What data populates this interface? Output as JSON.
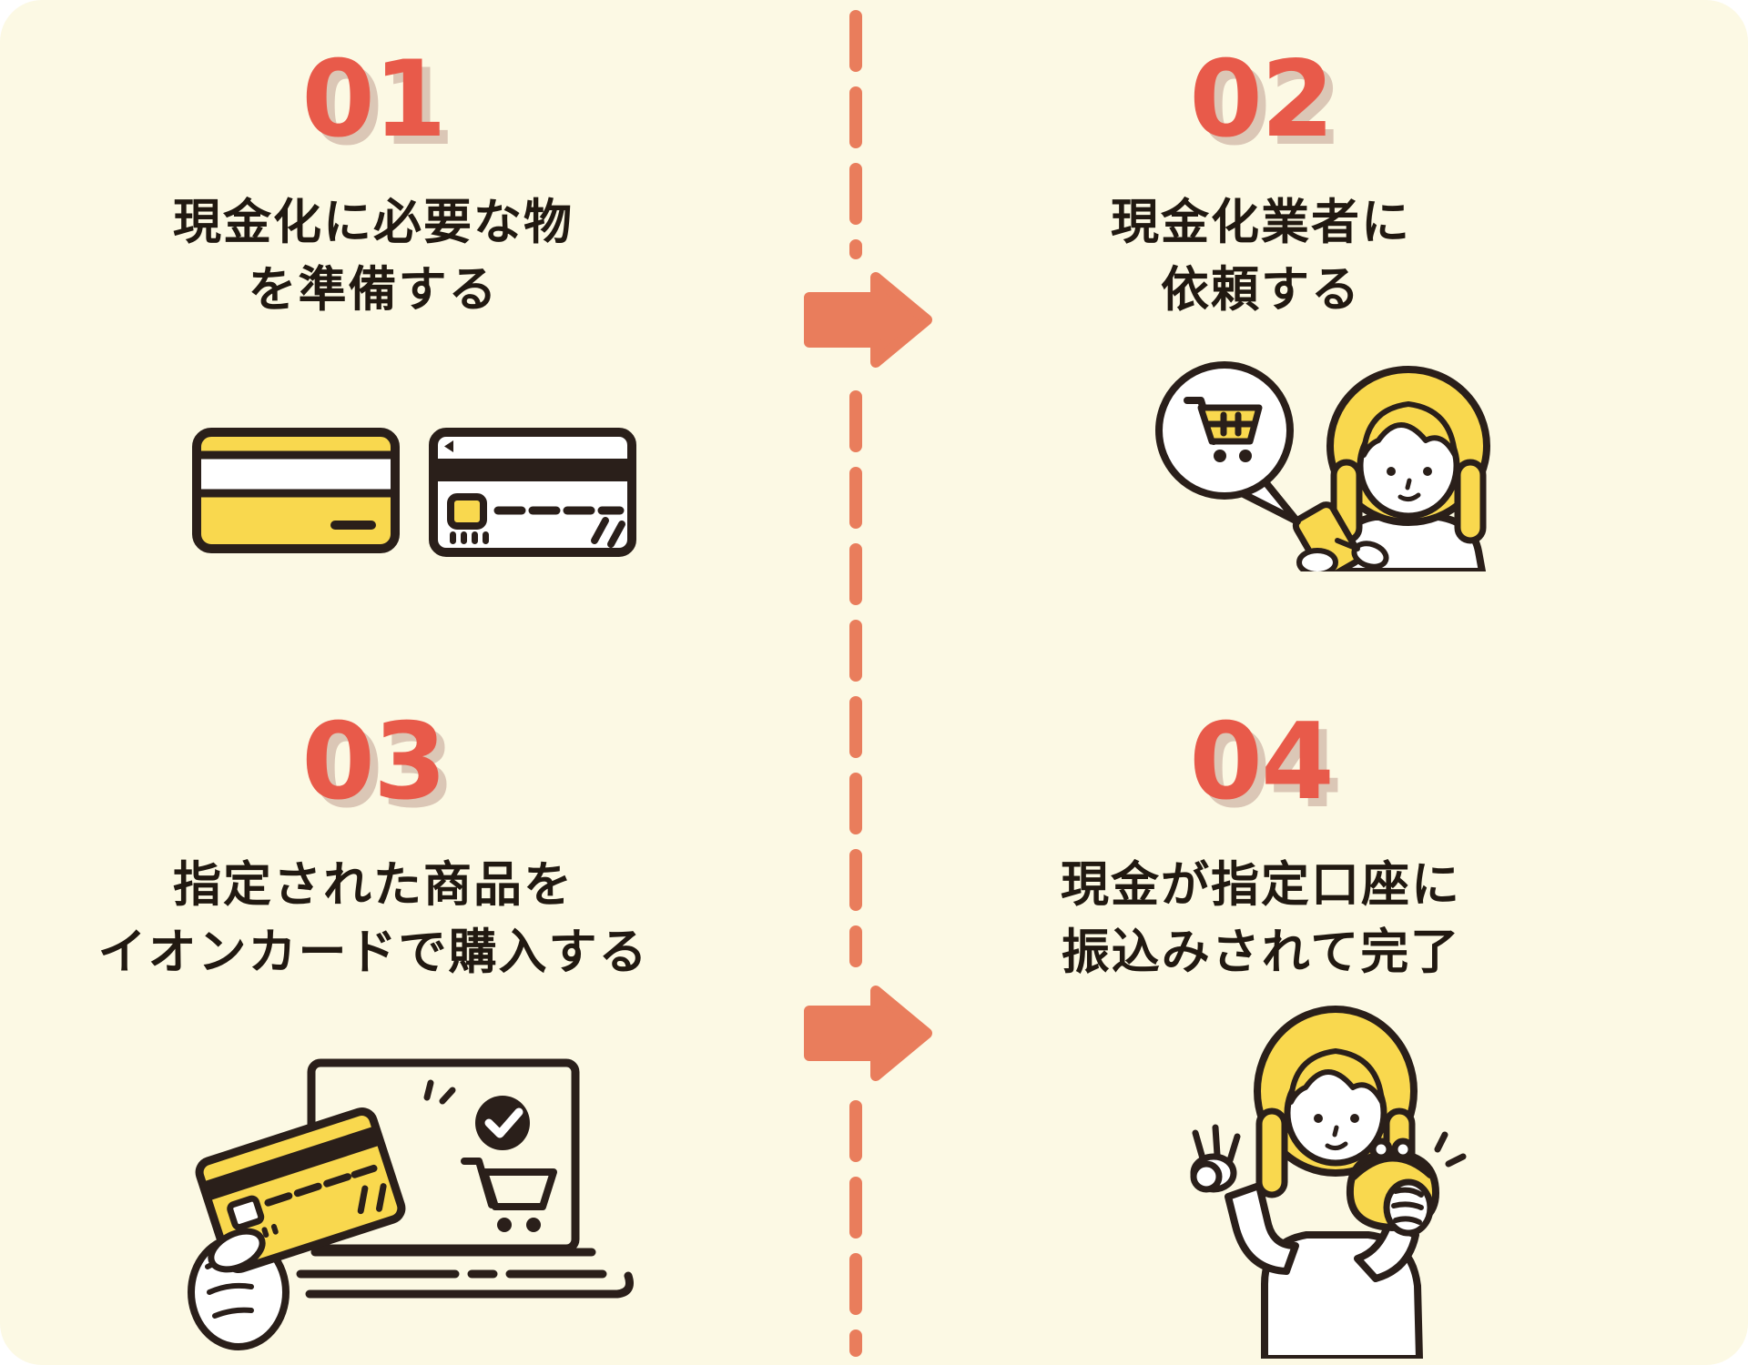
{
  "colors": {
    "panel_background": "#FCF9E4",
    "number_accent": "#E85A4A",
    "number_shadow": "#DBC7B6",
    "arrow_and_dashes": "#E97D5C",
    "illustration_yellow": "#F9D84E",
    "ink": "#2A1F1A"
  },
  "steps": [
    {
      "number": "01",
      "line1": "現金化に必要な物",
      "line2": "を準備する",
      "illustration": "credit-cards-icon"
    },
    {
      "number": "02",
      "line1": "現金化業者に",
      "line2": "依頼する",
      "illustration": "woman-smartphone-cart-bubble-icon"
    },
    {
      "number": "03",
      "line1": "指定された商品を",
      "line2": "イオンカードで購入する",
      "illustration": "hand-card-laptop-checkout-icon"
    },
    {
      "number": "04",
      "line1": "現金が指定口座に",
      "line2": "振込みされて完了",
      "illustration": "woman-coin-purse-ok-icon"
    }
  ],
  "divider": {
    "style": "vertical-dashed"
  },
  "arrows": {
    "count": 2,
    "direction": "right"
  }
}
